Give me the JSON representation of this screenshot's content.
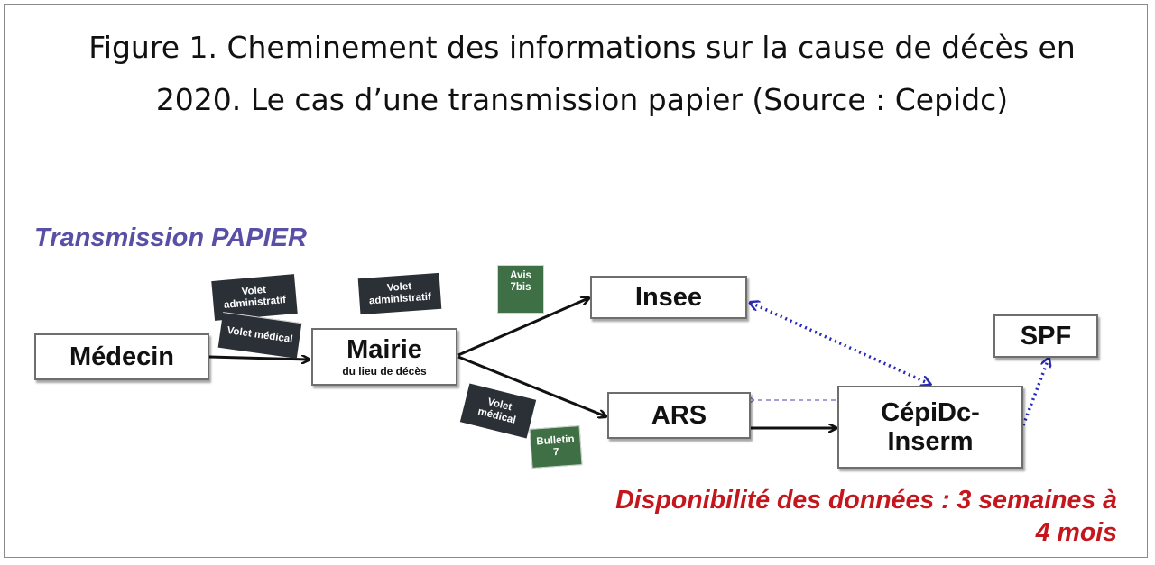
{
  "title": {
    "line1": "Figure 1. Cheminement des informations sur la cause de décès en",
    "line2": "2020. Le cas d’une transmission papier (Source : Cepidc)"
  },
  "mode_label": "Transmission PAPIER",
  "nodes": {
    "medecin": "Médecin",
    "mairie": "Mairie",
    "mairie_sub": "du lieu de décès",
    "insee": "Insee",
    "ars": "ARS",
    "spf": "SPF",
    "cepidc_line1": "CépiDc-",
    "cepidc_line2": "Inserm"
  },
  "documents": {
    "volet_administratif": "Volet administratif",
    "volet_medical": "Volet médical",
    "volet_administratif_2": "Volet administratif",
    "avis_7bis": "Avis 7bis",
    "volet_medical_2": "Volet médical",
    "bulletin_7": "Bulletin 7"
  },
  "availability": {
    "line1": "Disponibilité des données : 3 semaines à",
    "line2": "4 mois"
  },
  "colors": {
    "mode_label": "#5a4fa6",
    "availability": "#c4161c",
    "dotted_arrow": "#2a2ab8",
    "dashed_arrow": "#8a7fc8",
    "document_dark": "#2b2f36",
    "document_green": "#3f6f45"
  }
}
